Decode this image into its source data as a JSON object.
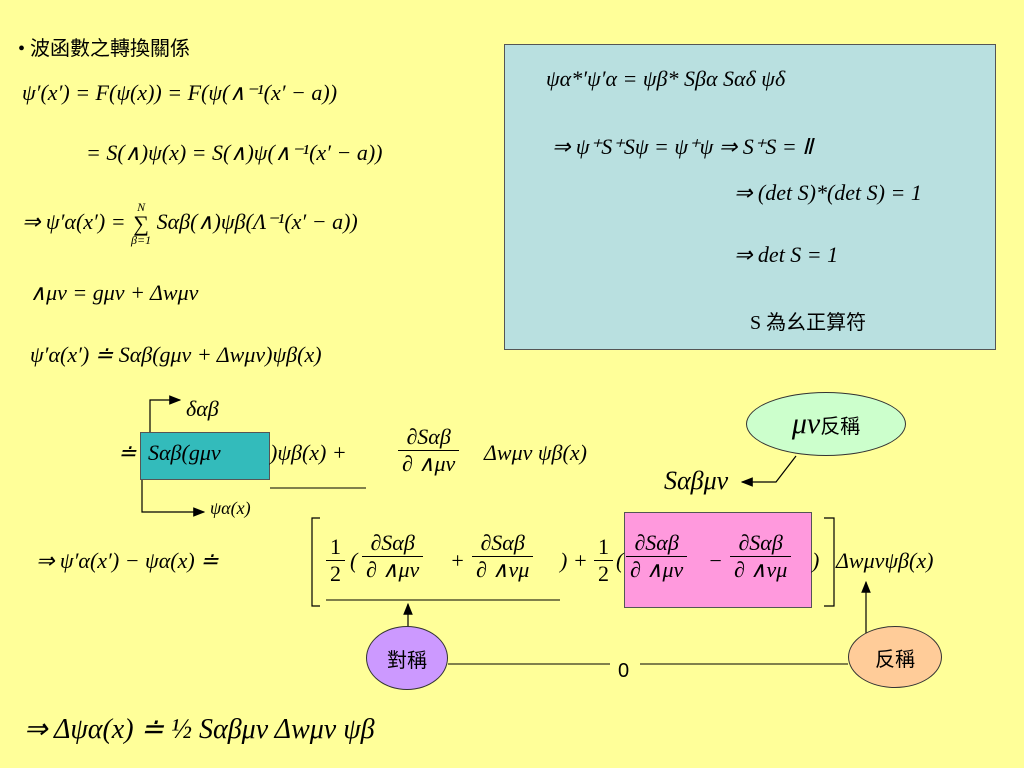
{
  "slide": {
    "title_bullet": "•",
    "title": "波函數之轉換關係",
    "left_equations": {
      "eq1": "ψ′(x′) = F(ψ(x)) = F(ψ(∧⁻¹(x′ − a))",
      "eq2": "= S(∧)ψ(x) = S(∧)ψ(∧⁻¹(x′ − a))",
      "eq3_prefix": "⇒ ψ′α(x′) = ",
      "eq3_sum_top": "N",
      "eq3_sum": "∑",
      "eq3_sum_bottom": "β=1",
      "eq3_rest": "Sαβ(∧)ψβ(Λ⁻¹(x′ − a))",
      "eq4": "∧μν = gμν + Δwμν",
      "eq5": "ψ′α(x′) ≐ Sαβ(gμν + Δwμν)ψβ(x)"
    },
    "box_equations": {
      "eq1": "ψα*′ψ′α = ψβ* Sβα Sαδ ψδ",
      "eq2": "⇒ ψ⁺S⁺Sψ = ψ⁺ψ ⇒ S⁺S = Ⅱ",
      "eq3": "⇒ (det S)*(det S) = 1",
      "eq4": "⇒ det S = 1",
      "note": "S 為幺正算符"
    },
    "expansion": {
      "delta_label": "δαβ",
      "doteq": "≐",
      "boxed_term": "Sαβ(gμν",
      "after_box": ")ψβ(x) +",
      "partial_num": "∂Sαβ",
      "partial_den": "∂ ∧μν",
      "tail": "Δwμν ψβ(x)",
      "psi_label": "ψα(x)"
    },
    "s_label": "Sαβμν",
    "big_equation": {
      "lhs": "⇒ ψ′α(x′) − ψα(x) ≐",
      "half": "1",
      "two": "2",
      "sym_num1": "∂Sαβ",
      "sym_den1": "∂ ∧μν",
      "plus": "+",
      "sym_num2": "∂Sαβ",
      "sym_den2": "∂ ∧νμ",
      "close_plus": ") +",
      "open": "(",
      "anti_num1": "∂Sαβ",
      "anti_den1": "∂ ∧μν",
      "minus": "−",
      "anti_num2": "∂Sαβ",
      "anti_den2": "∂ ∧νμ",
      "close": ")",
      "rhs": "Δwμνψβ(x)"
    },
    "bubbles": {
      "mu_nu": "μν",
      "mu_nu_suffix": "反稱",
      "symmetric": "對稱",
      "antisymmetric": "反稱"
    },
    "zero": "0",
    "final": "⇒ Δψα(x) ≐ ½ Sαβμν Δwμν ψβ"
  }
}
